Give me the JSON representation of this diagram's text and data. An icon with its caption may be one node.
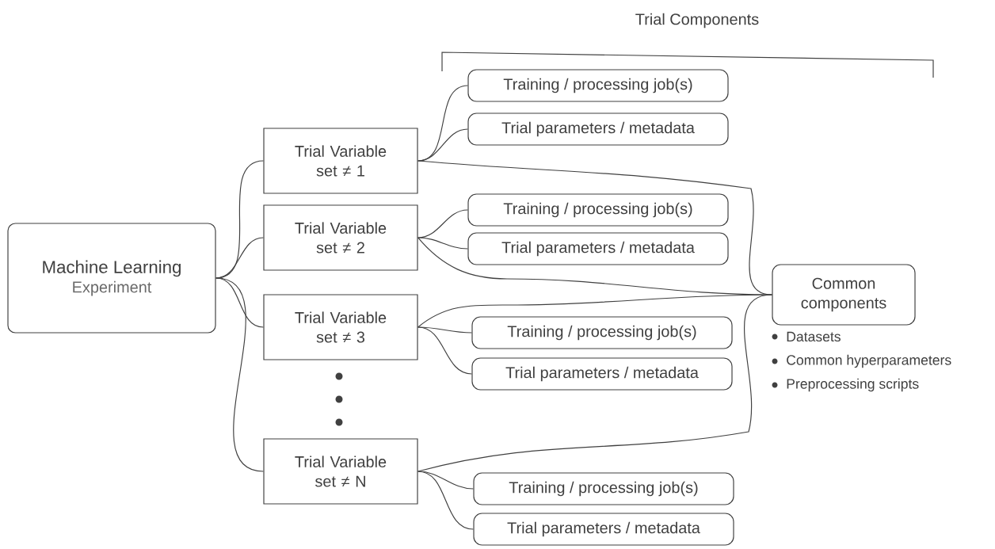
{
  "diagram": {
    "nodes": [
      {
        "text": [
          "Machine Learning",
          "Experiment"
        ]
      },
      {
        "text": [
          "Trial Variable set ≠ 1"
        ]
      },
      {
        "text": [
          "Training / processing job(s)"
        ]
      },
      {
        "text": [
          "Trial parameters / metadata"
        ]
      },
      {
        "text": [
          "Trial Variable set ≠ 2"
        ]
      },
      {
        "text": [
          "Training / processing job(s)"
        ]
      },
      {
        "text": [
          "Trial parameters / metadata"
        ]
      },
      {
        "text": [
          "Trial Variable set ≠ 3"
        ]
      },
      {
        "text": [
          "Training / processing job(s)"
        ]
      },
      {
        "text": [
          "Trial parameters / metadata"
        ]
      },
      {
        "text": [
          "Trial Variable set ≠ N"
        ]
      },
      {
        "text": [
          "Training / processing job(s)"
        ]
      },
      {
        "text": [
          "Trial parameters / metadata"
        ]
      },
      {
        "text": [
          "Common components"
        ]
      }
    ],
    "edges": [
      {
        "from": 0,
        "to": 1,
        "arrow": "none"
      },
      {
        "from": 0,
        "to": 4,
        "arrow": "none"
      },
      {
        "from": 0,
        "to": 7,
        "arrow": "none"
      },
      {
        "from": 0,
        "to": 10,
        "arrow": "none"
      },
      {
        "from": 1,
        "to": 2,
        "arrow": "none"
      },
      {
        "from": 1,
        "to": 3,
        "arrow": "none"
      },
      {
        "from": 4,
        "to": 5,
        "arrow": "none"
      },
      {
        "from": 4,
        "to": 6,
        "arrow": "none"
      },
      {
        "from": 7,
        "to": 8,
        "arrow": "none"
      },
      {
        "from": 7,
        "to": 9,
        "arrow": "none"
      },
      {
        "from": 10,
        "to": 11,
        "arrow": "none"
      },
      {
        "from": 10,
        "to": 12,
        "arrow": "none"
      },
      {
        "from": 1,
        "to": 13,
        "arrow": "none"
      },
      {
        "from": 4,
        "to": 13,
        "arrow": "none"
      },
      {
        "from": 7,
        "to": 13,
        "arrow": "none"
      },
      {
        "from": 10,
        "to": 13,
        "arrow": "none"
      }
    ],
    "labels": [
      "Trial Components",
      "Datasets",
      "Common hyperparameters",
      "Preprocessing scripts"
    ]
  }
}
